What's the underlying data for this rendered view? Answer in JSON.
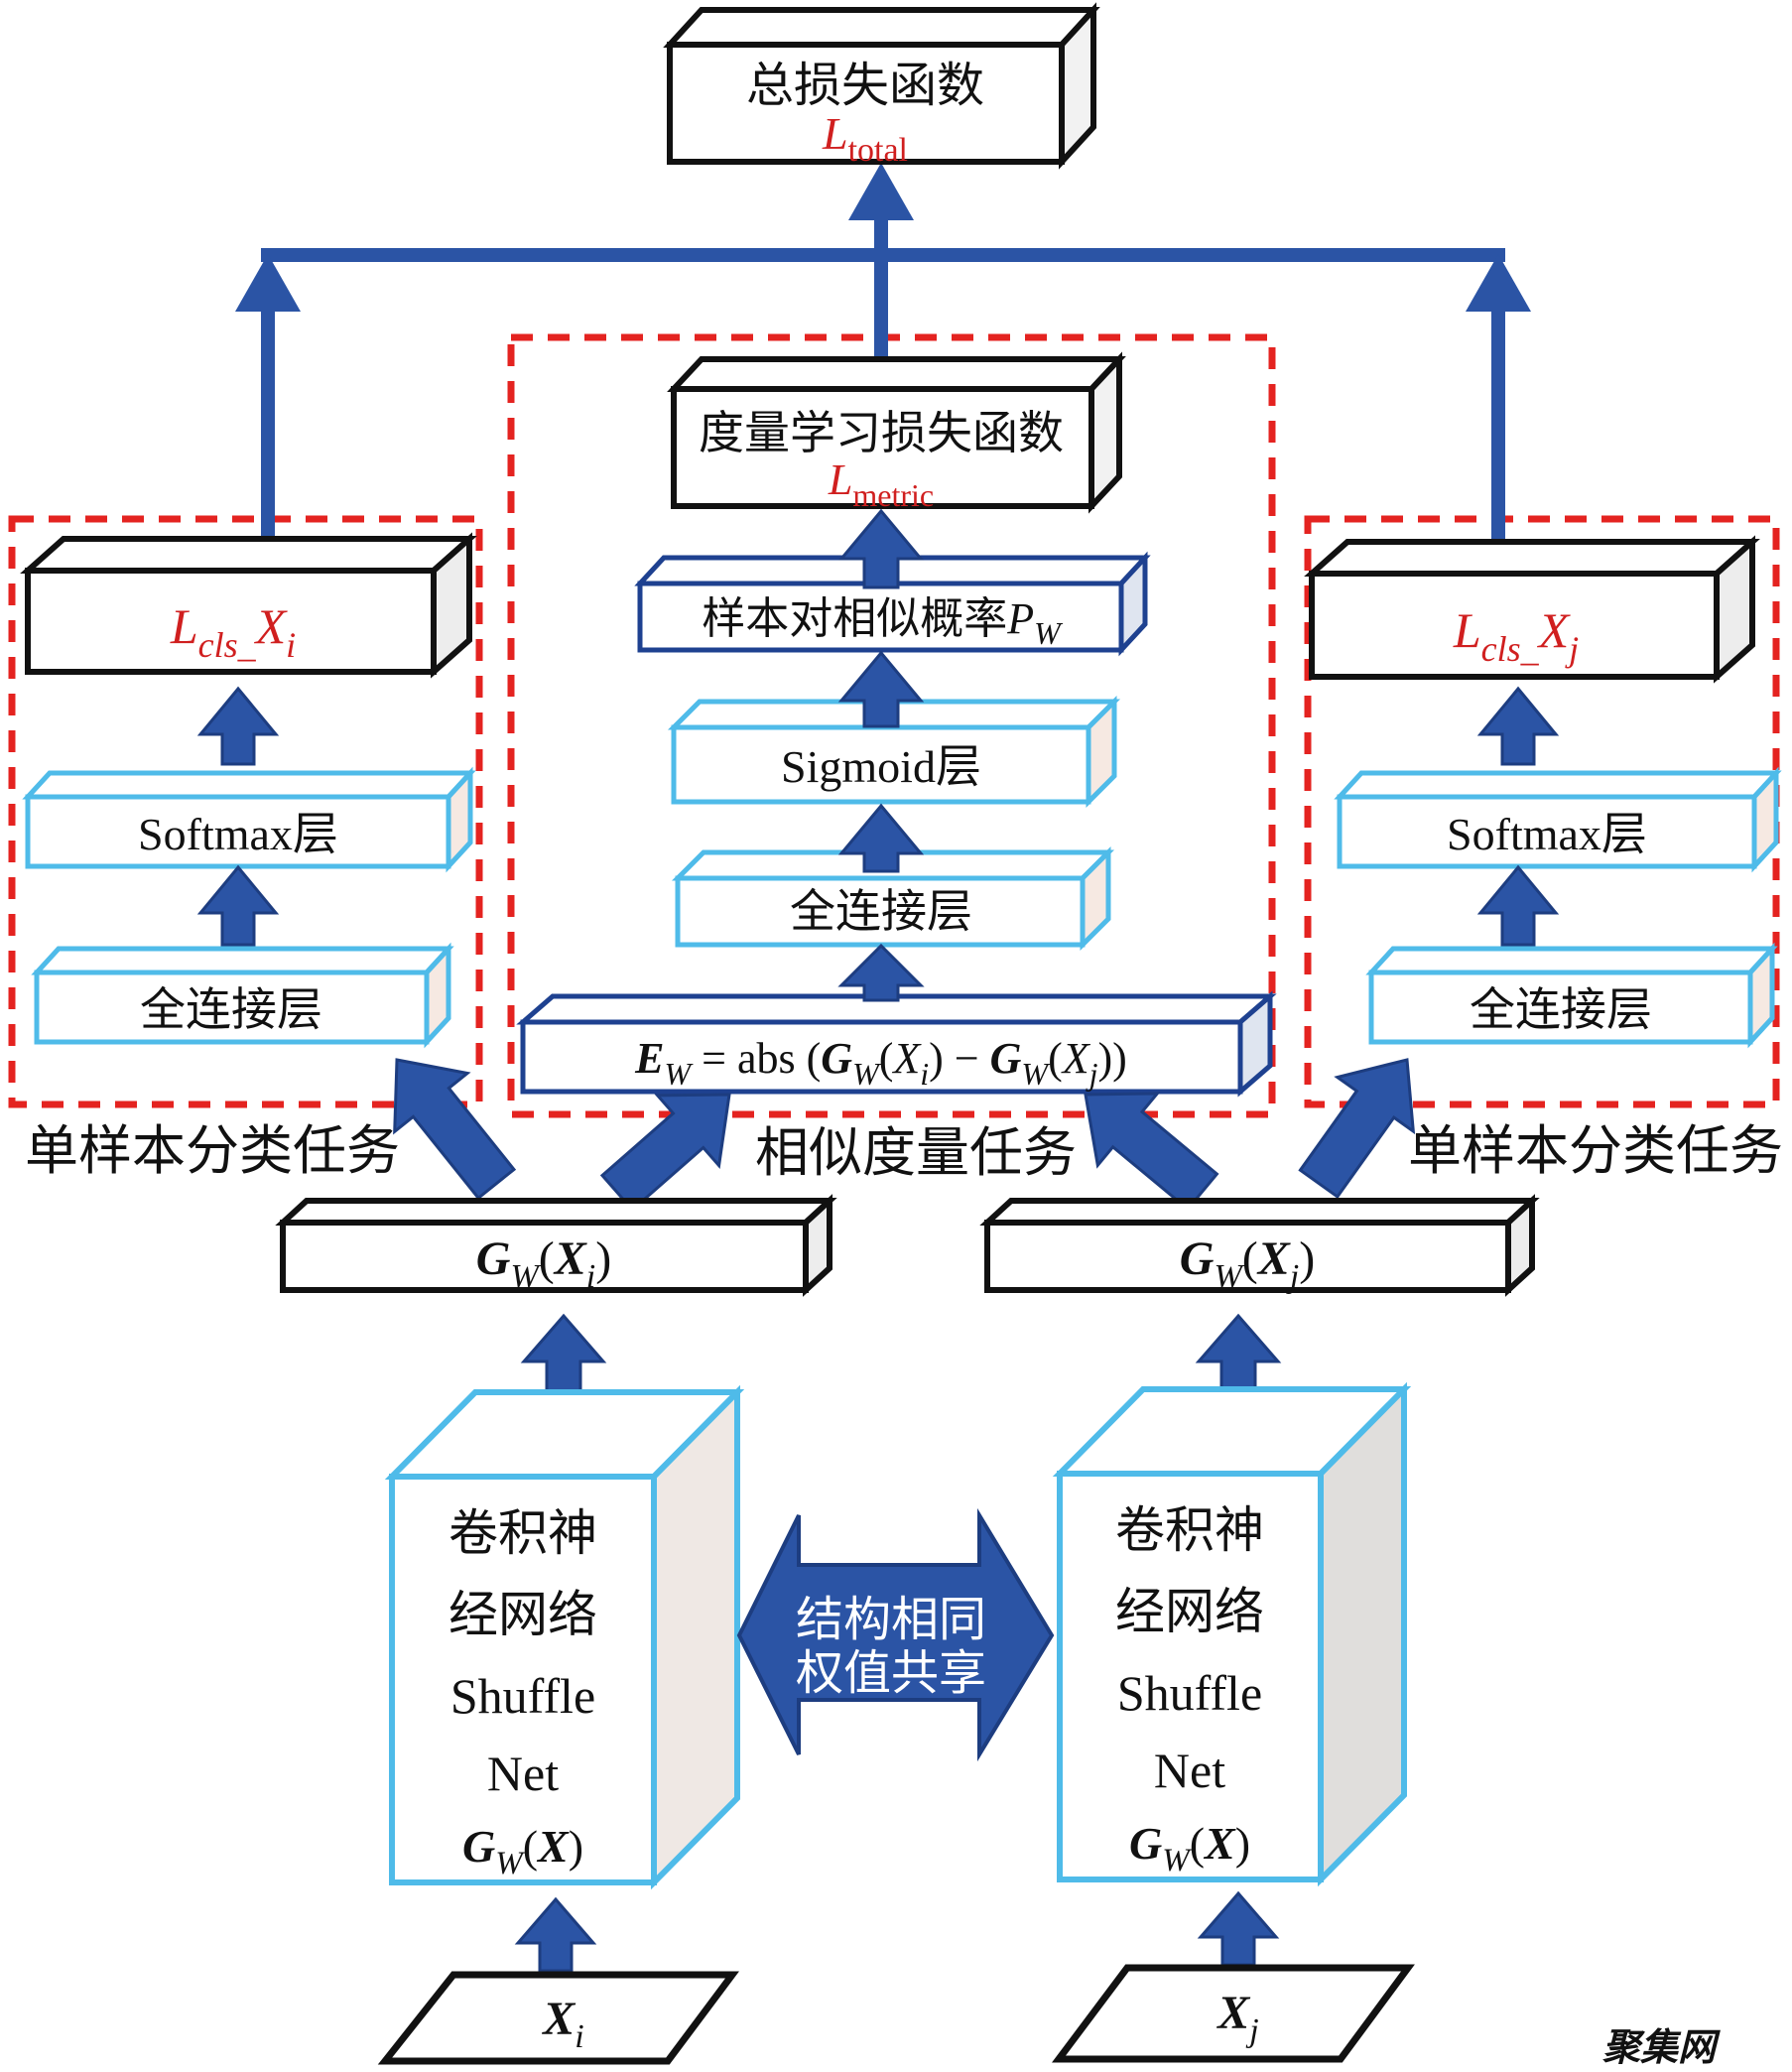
{
  "top": {
    "title": "总损失函数",
    "sym_base": "L",
    "sym_sub": "total"
  },
  "metric": {
    "title": "度量学习损失函数",
    "sym_base": "L",
    "sym_sub": "metric"
  },
  "pair": {
    "label": "样本对相似概率",
    "p": "P",
    "p_sub": "W"
  },
  "sigmoid": {
    "label": "Sigmoid层"
  },
  "fc": {
    "label": "全连接层"
  },
  "softmax": {
    "label": "Softmax层"
  },
  "ew": {
    "parts": [
      "E",
      "W",
      " = abs (",
      "G",
      "W",
      "(",
      "X",
      "i",
      ") − ",
      "G",
      "W",
      "(",
      "X",
      "j",
      "))"
    ]
  },
  "cls_i": {
    "parts": [
      "L",
      "cls_",
      "X",
      "i"
    ]
  },
  "cls_j": {
    "parts": [
      "L",
      "cls_",
      "X",
      "j"
    ]
  },
  "tasks": {
    "cls_left": "单样本分类任务",
    "cls_right": "单样本分类任务",
    "metric": "相似度量任务"
  },
  "gw_i": {
    "parts": [
      "G",
      "W",
      "(",
      "X",
      "i",
      ")"
    ]
  },
  "gw_j": {
    "parts": [
      "G",
      "W",
      "(",
      "X",
      "j",
      ")"
    ]
  },
  "cube": {
    "l1": "卷积神",
    "l2": "经网络",
    "l3": "Shuffle",
    "l4": "Net",
    "gw": [
      "G",
      "W",
      "(",
      "X",
      ")"
    ]
  },
  "share": {
    "l1": "结构相同",
    "l2": "权值共享"
  },
  "input_i": {
    "parts": [
      "X",
      "i"
    ]
  },
  "input_j": {
    "parts": [
      "X",
      "j"
    ]
  },
  "watermark": "聚集网",
  "colors": {
    "arrow_blue": "#2b54a5",
    "arrow_border": "#1d3d80",
    "cyan": "#4fbbe9",
    "navy": "#1e4190",
    "dashed_red": "#e42320",
    "red_text": "#d01f1f",
    "teal": "#2fab92",
    "black": "#111111"
  }
}
